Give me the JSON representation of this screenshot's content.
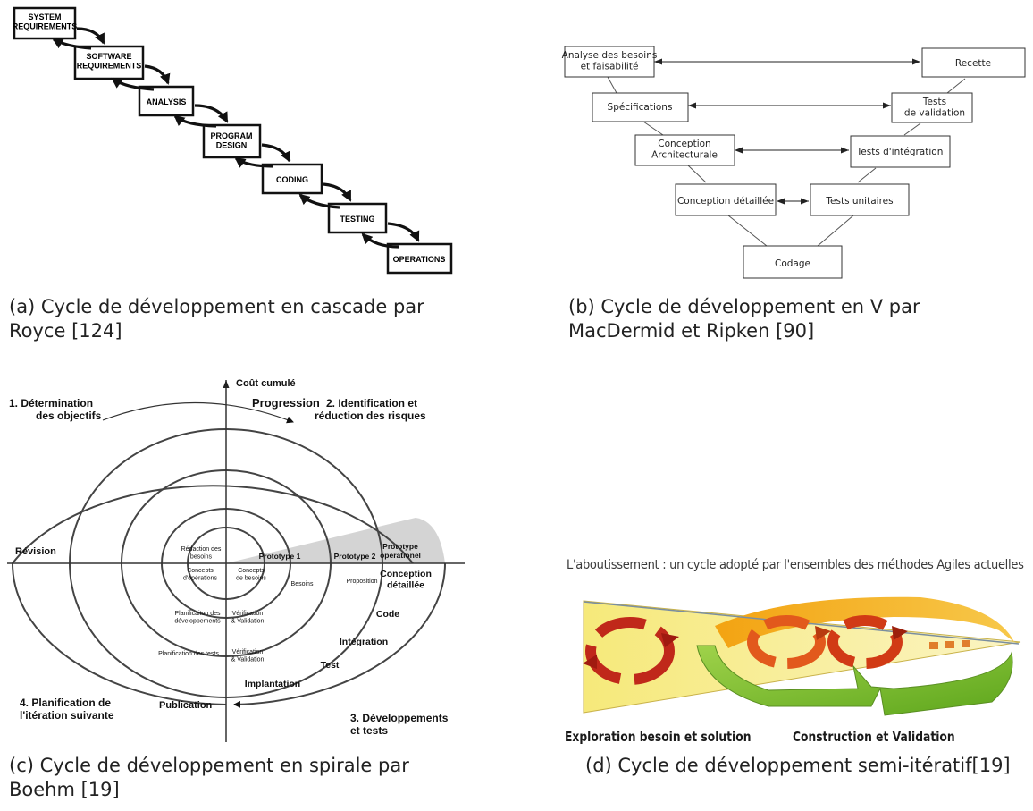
{
  "waterfall": {
    "boxes": [
      "SYSTEM\nREQUIREMENTS",
      "SOFTWARE\nREQUIREMENTS",
      "ANALYSIS",
      "PROGRAM\nDESIGN",
      "CODING",
      "TESTING",
      "OPERATIONS"
    ],
    "caption": "(a) Cycle de développement en cascade par Royce [124]"
  },
  "vmodel": {
    "left": [
      "Analyse des besoins\net faisabilité",
      "Spécifications",
      "Conception\nArchitecturale",
      "Conception détaillée"
    ],
    "right": [
      "Recette",
      "Tests\nde validation",
      "Tests d'intégration",
      "Tests unitaires"
    ],
    "bottom": "Codage",
    "caption": "(b) Cycle de développement en V par MacDermid et Ripken [90]"
  },
  "spiral": {
    "axis_top": "Coût cumulé",
    "progression": "Progression",
    "quadrants": [
      "1. Détermination\ndes objectifs",
      "2. Identification et\nréduction des risques",
      "3. Développements\net tests",
      "4. Planification de\nl'itération suivante"
    ],
    "revision": "Révision",
    "publication": "Publication",
    "prototypes": [
      "Prototype 1",
      "Prototype 2",
      "Prototype\nopérationel"
    ],
    "phases": [
      "Conception\ndétaillée",
      "Code",
      "Intégration",
      "Test",
      "Implantation"
    ],
    "small": [
      "Rédaction des\nbesoins",
      "Concepts\nd'opérations",
      "Concepts\nde besoins",
      "Besoins",
      "Proposition",
      "Planificaiton des\ndéveloppements",
      "Vérification\n& Validation",
      "Planification des tests",
      "Vérification\n& Validation"
    ],
    "caption": "(c) Cycle de développement en spirale par Boehm [19]"
  },
  "agile": {
    "title": "L'aboutissement : un cycle adopté par l'ensembles des méthodes Agiles actuelles",
    "label_left": "Exploration besoin et solution",
    "label_right": "Construction et Validation",
    "caption": "(d) Cycle de développement semi-itératif[19]"
  }
}
